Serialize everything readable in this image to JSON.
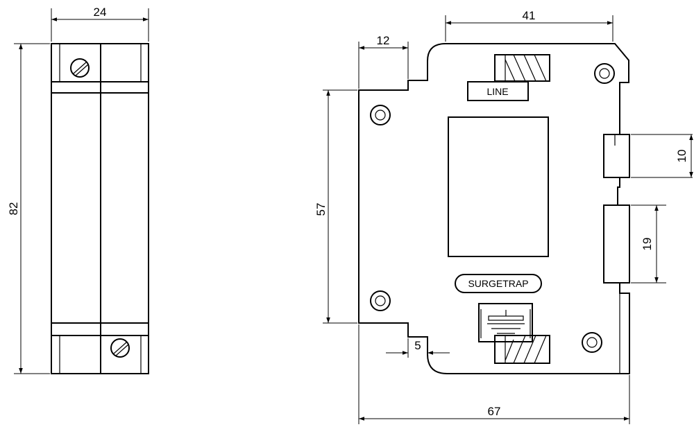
{
  "dimensions": {
    "side_width": "24",
    "side_height": "82",
    "front_top_width": "41",
    "front_flange": "12",
    "front_height": "57",
    "front_clip_upper": "10",
    "front_clip_lower": "19",
    "front_step": "5",
    "front_total_width": "67"
  },
  "labels": {
    "line": "LINE",
    "brand": "SURGETRAP"
  }
}
